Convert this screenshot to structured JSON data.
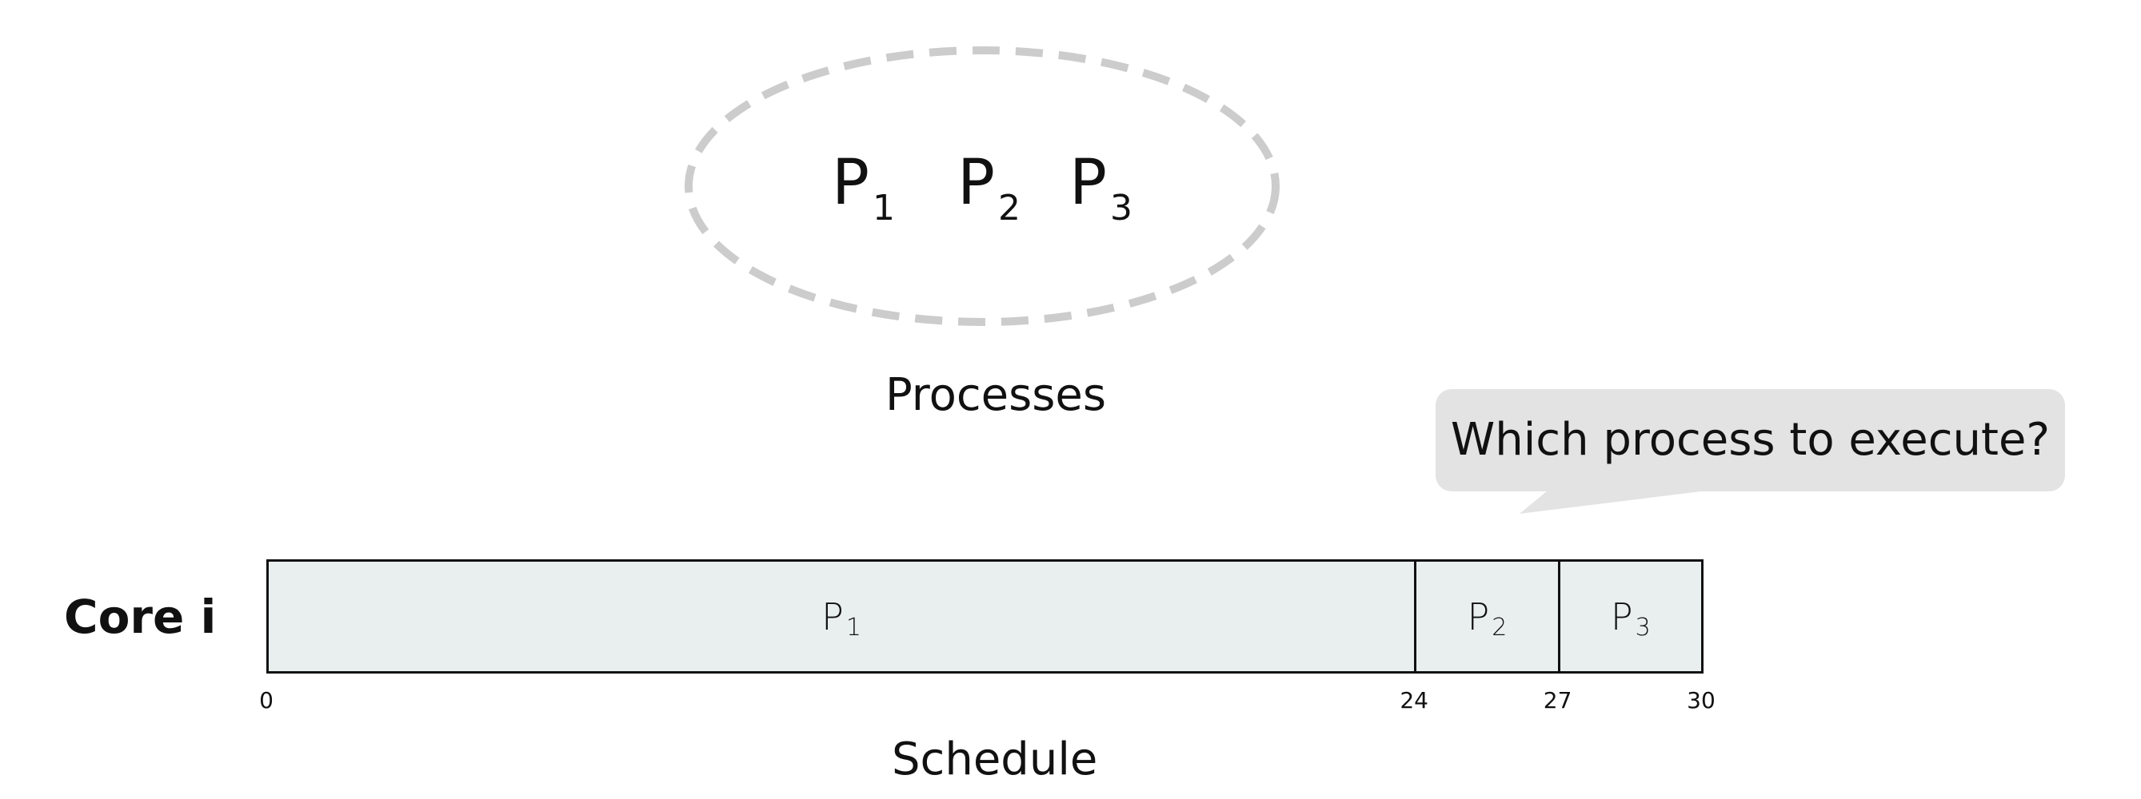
{
  "processes": [
    {
      "letter": "P",
      "index": "1"
    },
    {
      "letter": "P",
      "index": "2"
    },
    {
      "letter": "P",
      "index": "3"
    }
  ],
  "processes_label": "Processes",
  "bubble_text": "Which process to execute?",
  "core_label": "Core i",
  "schedule": [
    {
      "letter": "P",
      "index": "1",
      "start": 0,
      "end": 24
    },
    {
      "letter": "P",
      "index": "2",
      "start": 24,
      "end": 27
    },
    {
      "letter": "P",
      "index": "3",
      "start": 27,
      "end": 30
    }
  ],
  "ticks": [
    "0",
    "24",
    "27",
    "30"
  ],
  "schedule_label": "Schedule",
  "colors": {
    "ellipse_dash": "#cccccc",
    "bubble_fill": "#e3e3e3",
    "segment_fill": "#e9efef",
    "border": "#111111"
  }
}
